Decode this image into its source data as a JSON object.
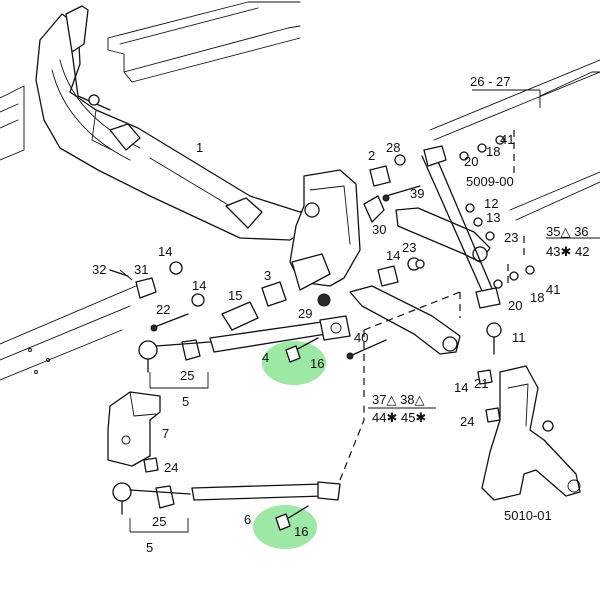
{
  "callouts": {
    "c1": "1",
    "c2": "2",
    "c3": "3",
    "c4": "4",
    "c5a": "5",
    "c5b": "5",
    "c6": "6",
    "c7": "7",
    "c11": "11",
    "c12": "12",
    "c13": "13",
    "c14a": "14",
    "c14b": "14",
    "c14c": "14",
    "c14d": "14",
    "c15": "15",
    "c16a": "16",
    "c16b": "16",
    "c18a": "18",
    "c18b": "18",
    "c20a": "20",
    "c20b": "20",
    "c21": "21",
    "c22": "22",
    "c23a": "23",
    "c23b": "23",
    "c24a": "24",
    "c24b": "24",
    "c25a": "25",
    "c25b": "25",
    "c28": "28",
    "c29": "29",
    "c30": "30",
    "c31": "31",
    "c32": "32",
    "c39": "39",
    "c40": "40",
    "c41a": "41",
    "c41b": "41"
  },
  "refs": {
    "r2627": "26 - 27",
    "r5009": "5009-00",
    "r5010": "5010-01",
    "r3536": "35△ 36",
    "r4342": "43✱ 42",
    "r3738": "37△ 38△",
    "r4445": "44✱ 45✱"
  },
  "colors": {
    "ink": "#111111",
    "highlight": "#3cd24a",
    "background": "#ffffff"
  },
  "highlighted_parts": [
    "16",
    "16"
  ]
}
